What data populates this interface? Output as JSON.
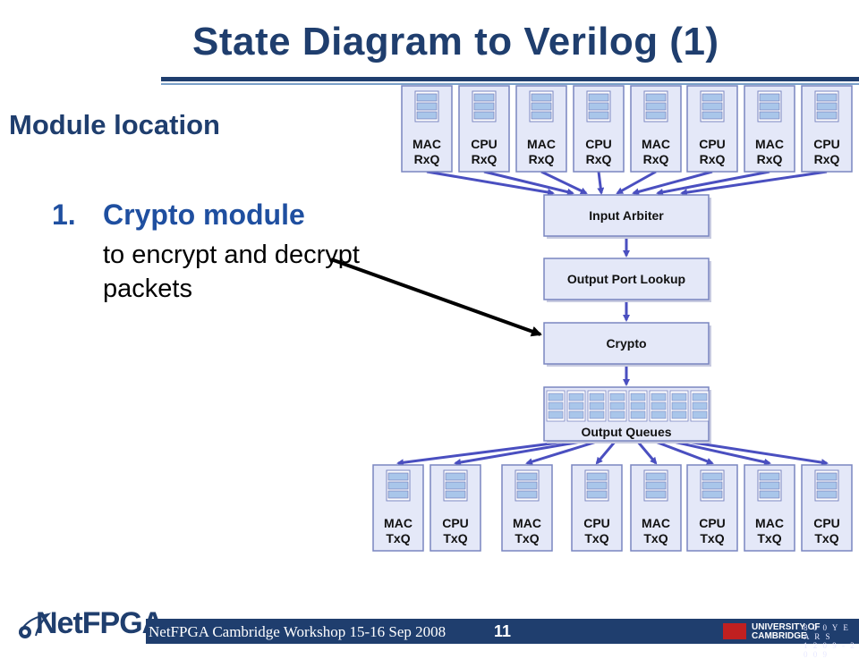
{
  "slide": {
    "title": "State Diagram to Verilog (1)",
    "heading": "Module location",
    "item_number": "1.",
    "item_title": "Crypto module",
    "item_desc": "to encrypt and decrypt packets",
    "footer_text": "NetFPGA Cambridge Workshop 15-16 Sep 2008",
    "page_number": "11",
    "logo_text": "NetFPGA",
    "university_line1": "UNIVERSITY OF",
    "university_line2": "CAMBRIDGE",
    "years_line1": "8 0 0 Y E A R S",
    "years_line2": "1 2 0 9 - 2 0 0 9"
  },
  "diagram": {
    "rx_queues": [
      {
        "line1": "MAC",
        "line2": "RxQ"
      },
      {
        "line1": "CPU",
        "line2": "RxQ"
      },
      {
        "line1": "MAC",
        "line2": "RxQ"
      },
      {
        "line1": "CPU",
        "line2": "RxQ"
      },
      {
        "line1": "MAC",
        "line2": "RxQ"
      },
      {
        "line1": "CPU",
        "line2": "RxQ"
      },
      {
        "line1": "MAC",
        "line2": "RxQ"
      },
      {
        "line1": "CPU",
        "line2": "RxQ"
      }
    ],
    "tx_queues": [
      {
        "line1": "MAC",
        "line2": "TxQ"
      },
      {
        "line1": "CPU",
        "line2": "TxQ"
      },
      {
        "line1": "MAC",
        "line2": "TxQ"
      },
      {
        "line1": "CPU",
        "line2": "TxQ"
      },
      {
        "line1": "MAC",
        "line2": "TxQ"
      },
      {
        "line1": "CPU",
        "line2": "TxQ"
      },
      {
        "line1": "MAC",
        "line2": "TxQ"
      },
      {
        "line1": "CPU",
        "line2": "TxQ"
      }
    ],
    "input_arbiter": "Input Arbiter",
    "output_port_lookup": "Output Port Lookup",
    "crypto": "Crypto",
    "output_queues": "Output Queues",
    "colors": {
      "box_fill": "#e4e8f8",
      "box_border": "#7a86c0",
      "arrow": "#4a4fc0",
      "queue_slot": "#a9c6ea"
    }
  }
}
